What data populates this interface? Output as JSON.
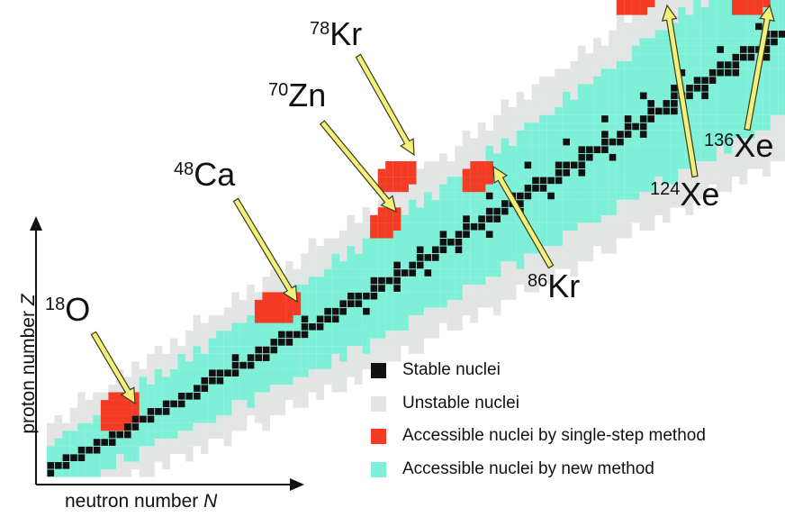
{
  "axes": {
    "x_label_text": "neutron number ",
    "x_label_var": "N",
    "y_label_text": "proton number ",
    "y_label_var": "Z"
  },
  "legend": [
    {
      "label": "Stable nuclei",
      "color": "#111111"
    },
    {
      "label": "Unstable nuclei",
      "color": "#e3e4e4"
    },
    {
      "label": "Accessible nuclei by single-step method",
      "color": "#f43b24"
    },
    {
      "label": "Accessible nuclei by new method",
      "color": "#7ff0d8"
    }
  ],
  "nuclei": [
    {
      "mass": "18",
      "symbol": "O"
    },
    {
      "mass": "48",
      "symbol": "Ca"
    },
    {
      "mass": "70",
      "symbol": "Zn"
    },
    {
      "mass": "78",
      "symbol": "Kr"
    },
    {
      "mass": "86",
      "symbol": "Kr"
    },
    {
      "mass": "124",
      "symbol": "Xe"
    },
    {
      "mass": "136",
      "symbol": "Xe"
    }
  ],
  "colors": {
    "stable": "#111111",
    "unstable": "#e3e4e4",
    "single_step": "#f43b24",
    "new_method": "#7ff0d8",
    "arrow_fill": "#f2ef7a",
    "arrow_stroke": "#3a3a1a",
    "axis": "#111111"
  }
}
